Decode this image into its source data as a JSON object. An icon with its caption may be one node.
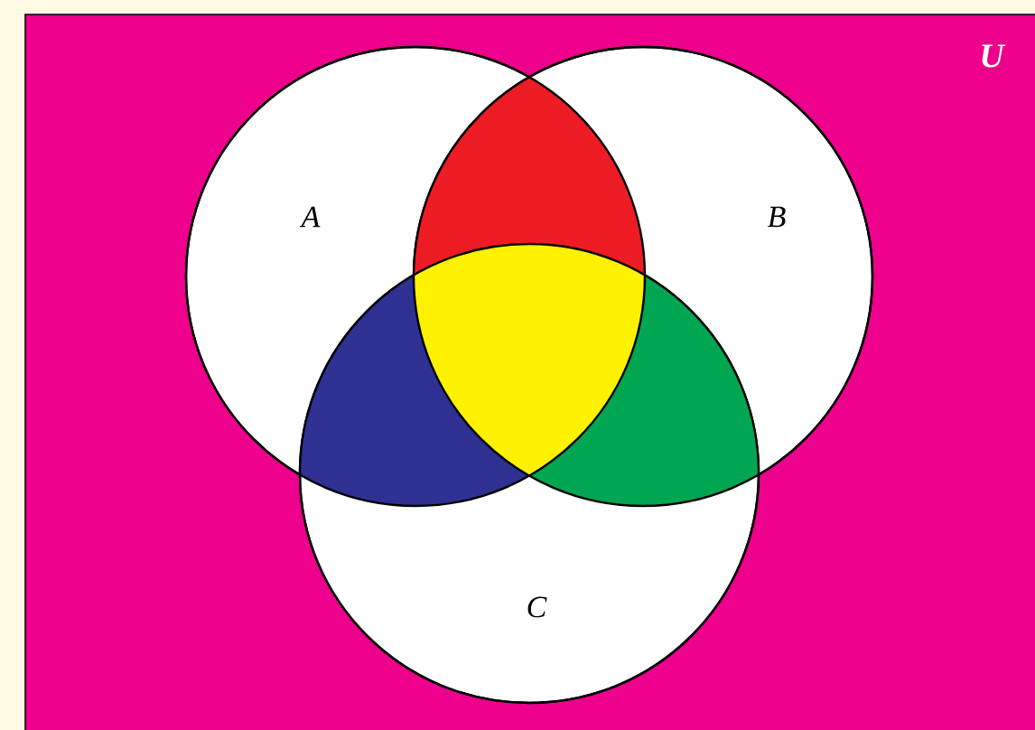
{
  "diagram": {
    "nodes": [
      {
        "text": [
          "U"
        ]
      },
      {
        "text": [
          "A"
        ],
        "in": 0
      },
      {
        "text": [
          "B"
        ],
        "in": 0
      },
      {
        "text": [
          "C"
        ],
        "in": 0
      }
    ]
  }
}
